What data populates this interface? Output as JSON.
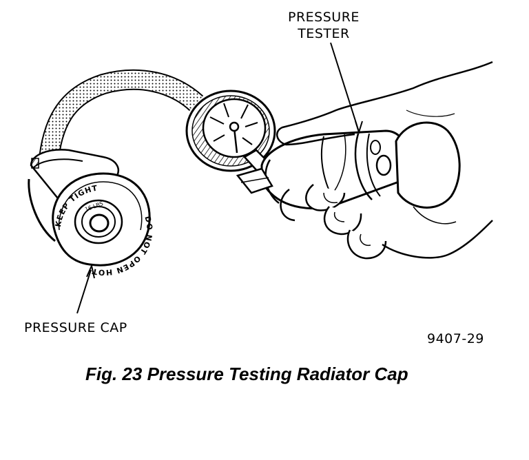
{
  "labels": {
    "tester_line1": "PRESSURE",
    "tester_line2": "TESTER",
    "pressure_cap": "PRESSURE CAP"
  },
  "cap_text": {
    "keep_tight": "KEEP TIGHT",
    "do_not_open_hot": "DO NOT OPEN HOT",
    "center": "16 LBS"
  },
  "figure_id": "9407-29",
  "caption": "Fig. 23 Pressure Testing Radiator Cap"
}
